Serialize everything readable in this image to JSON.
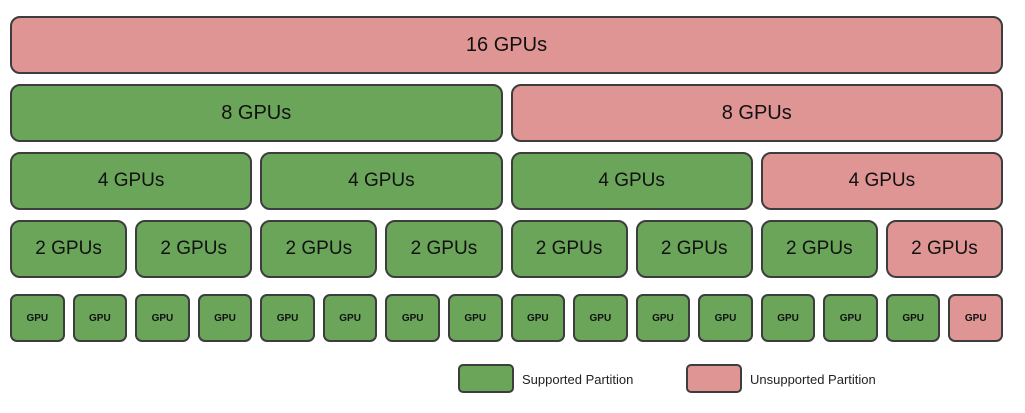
{
  "colors": {
    "supported": "#6aa55a",
    "unsupported": "#de9594"
  },
  "rows": [
    {
      "blocks": [
        {
          "label": "16 GPUs",
          "status": "unsupported"
        }
      ]
    },
    {
      "blocks": [
        {
          "label": "8 GPUs",
          "status": "supported"
        },
        {
          "label": "8 GPUs",
          "status": "unsupported"
        }
      ]
    },
    {
      "blocks": [
        {
          "label": "4 GPUs",
          "status": "supported"
        },
        {
          "label": "4 GPUs",
          "status": "supported"
        },
        {
          "label": "4 GPUs",
          "status": "supported"
        },
        {
          "label": "4 GPUs",
          "status": "unsupported"
        }
      ]
    },
    {
      "blocks": [
        {
          "label": "2 GPUs",
          "status": "supported"
        },
        {
          "label": "2 GPUs",
          "status": "supported"
        },
        {
          "label": "2 GPUs",
          "status": "supported"
        },
        {
          "label": "2 GPUs",
          "status": "supported"
        },
        {
          "label": "2 GPUs",
          "status": "supported"
        },
        {
          "label": "2 GPUs",
          "status": "supported"
        },
        {
          "label": "2 GPUs",
          "status": "supported"
        },
        {
          "label": "2 GPUs",
          "status": "unsupported"
        }
      ]
    },
    {
      "blocks": [
        {
          "label": "GPU",
          "status": "supported"
        },
        {
          "label": "GPU",
          "status": "supported"
        },
        {
          "label": "GPU",
          "status": "supported"
        },
        {
          "label": "GPU",
          "status": "supported"
        },
        {
          "label": "GPU",
          "status": "supported"
        },
        {
          "label": "GPU",
          "status": "supported"
        },
        {
          "label": "GPU",
          "status": "supported"
        },
        {
          "label": "GPU",
          "status": "supported"
        },
        {
          "label": "GPU",
          "status": "supported"
        },
        {
          "label": "GPU",
          "status": "supported"
        },
        {
          "label": "GPU",
          "status": "supported"
        },
        {
          "label": "GPU",
          "status": "supported"
        },
        {
          "label": "GPU",
          "status": "supported"
        },
        {
          "label": "GPU",
          "status": "supported"
        },
        {
          "label": "GPU",
          "status": "supported"
        },
        {
          "label": "GPU",
          "status": "unsupported"
        }
      ]
    }
  ],
  "legend": {
    "supported_label": "Supported Partition",
    "unsupported_label": "Unsupported Partition"
  }
}
